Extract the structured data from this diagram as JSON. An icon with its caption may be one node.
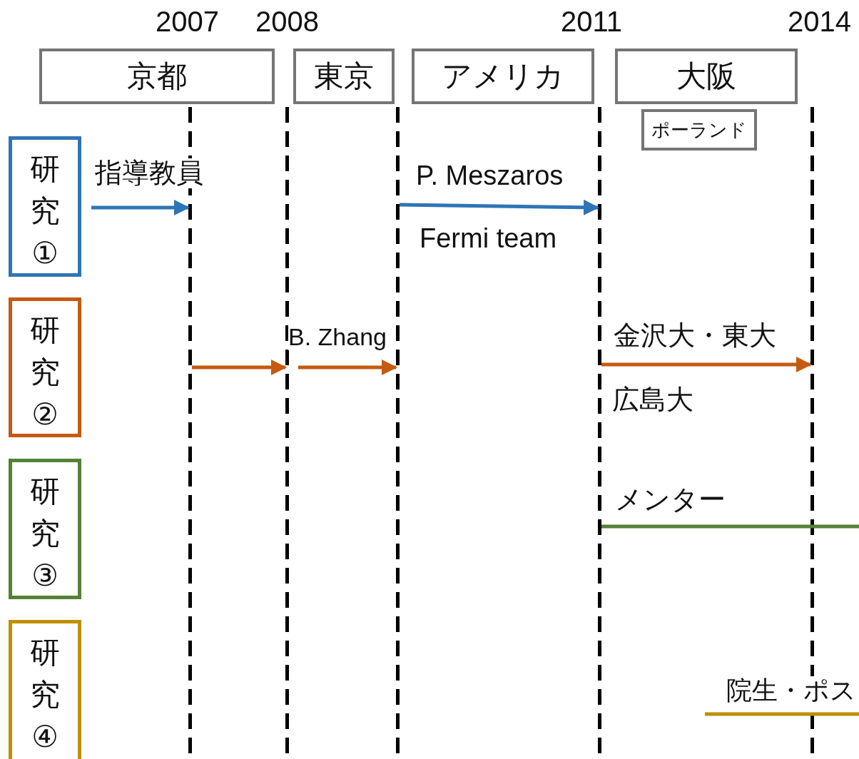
{
  "diagram": {
    "nodes": [
      {
        "text": [
          "京都"
        ]
      },
      {
        "text": [
          "東京"
        ]
      },
      {
        "text": [
          "アメリカ"
        ]
      },
      {
        "text": [
          "大阪"
        ]
      },
      {
        "text": [
          "ポーランド"
        ]
      },
      {
        "text": [
          "研究①"
        ]
      },
      {
        "text": [
          "研究②"
        ]
      },
      {
        "text": [
          "研究③"
        ]
      },
      {
        "text": [
          "研究④"
        ]
      },
      {
        "text": [],
        "shape": "line"
      },
      {
        "text": [],
        "shape": "line"
      },
      {
        "text": [],
        "shape": "line"
      },
      {
        "text": [],
        "shape": "line"
      },
      {
        "text": [],
        "shape": "line"
      }
    ],
    "edges": [
      {
        "from": 5,
        "to": 9,
        "arrow": "to",
        "color": "#2e75b6"
      },
      {
        "from": 11,
        "to": 12,
        "arrow": "to",
        "color": "#2e75b6"
      },
      {
        "from": 9,
        "to": 10,
        "arrow": "to",
        "color": "#c55a11"
      },
      {
        "from": 10,
        "to": 11,
        "arrow": "to",
        "color": "#c55a11"
      },
      {
        "from": 12,
        "to": 13,
        "arrow": "to",
        "color": "#c55a11"
      },
      {
        "from": 12,
        "to": null,
        "arrow": "none",
        "color": "#548235"
      }
    ],
    "labels": [
      "2007",
      "2008",
      "2011",
      "2014",
      "指導教員",
      "P. Meszaros",
      "Fermi team",
      "B. Zhang",
      "金沢大・東大",
      "広島大",
      "メンター",
      "院生・ポス"
    ]
  }
}
